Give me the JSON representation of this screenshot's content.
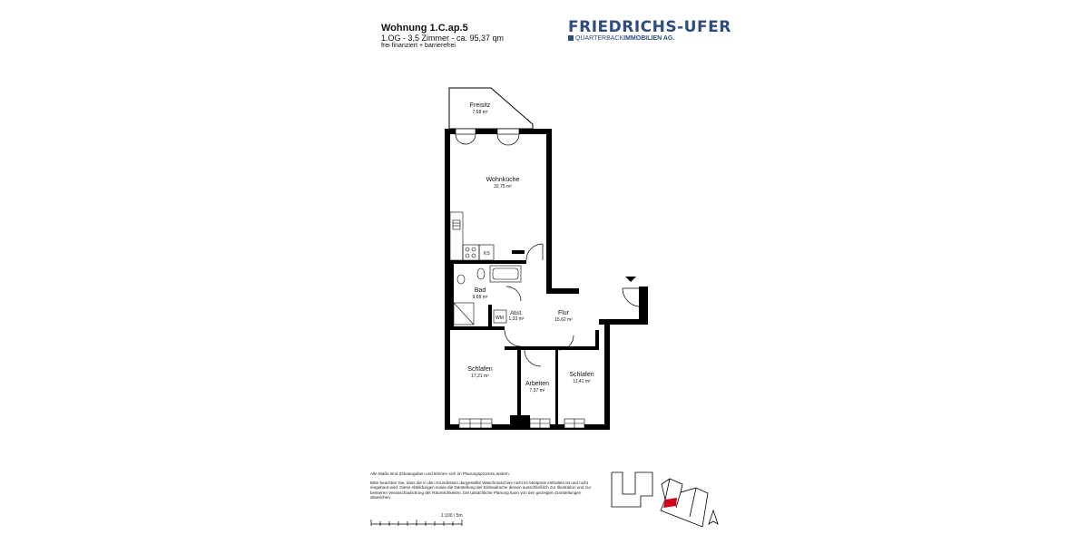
{
  "header": {
    "title": "Wohnung 1.C.ap.5",
    "subtitle": "1.OG - 3,5 Zimmer - ca. 95,37 qm",
    "note": "frei finanziert + barrierefrei"
  },
  "brand": {
    "name": "FRIEDRICHS-UFER",
    "firm_prefix": "QUARTERBACK",
    "firm_suffix": "IMMOBILIEN AG."
  },
  "rooms": [
    {
      "id": "freisitz",
      "name": "Freisitz",
      "area": "7,68 m²"
    },
    {
      "id": "wohnkueche",
      "name": "Wohnküche",
      "area": "32,75 m²"
    },
    {
      "id": "bad",
      "name": "Bad",
      "area": "9,68 m²"
    },
    {
      "id": "abst",
      "name": "Abst.",
      "area": "1,33 m²"
    },
    {
      "id": "flur",
      "name": "Flur",
      "area": "15,62 m²"
    },
    {
      "id": "schlafen1",
      "name": "Schlafen",
      "area": "17,21 m²"
    },
    {
      "id": "arbeiten",
      "name": "Arbeiten",
      "area": "7,37 m²"
    },
    {
      "id": "schlafen2",
      "name": "Schlafen",
      "area": "11,41 m²"
    }
  ],
  "fixtures": {
    "ks": "KS",
    "wm": "WM"
  },
  "disclaimer": {
    "line1": "Alle Maße sind Zirkaangaben und können sich im Planungsprozess ändern.",
    "line2": "Bitte beachten Sie, dass die in den Grundrissen dargestellte Waschmaschine nicht im Mietpreis enthalten ist und nicht eingebaut wird. Diese Abbildungen sowie die Darstellung der Einbauküche dienen ausschließlich zur Illustration und zur besseren Veranschaulichung der Räumlichkeiten. Die tatsächliche Planung kann von den gezeigten Darstellungen abweichen."
  },
  "scale": "1:100 / 5m",
  "colors": {
    "brand": "#2e4d7f",
    "wall": "#000000",
    "highlight": "#d0021b"
  }
}
